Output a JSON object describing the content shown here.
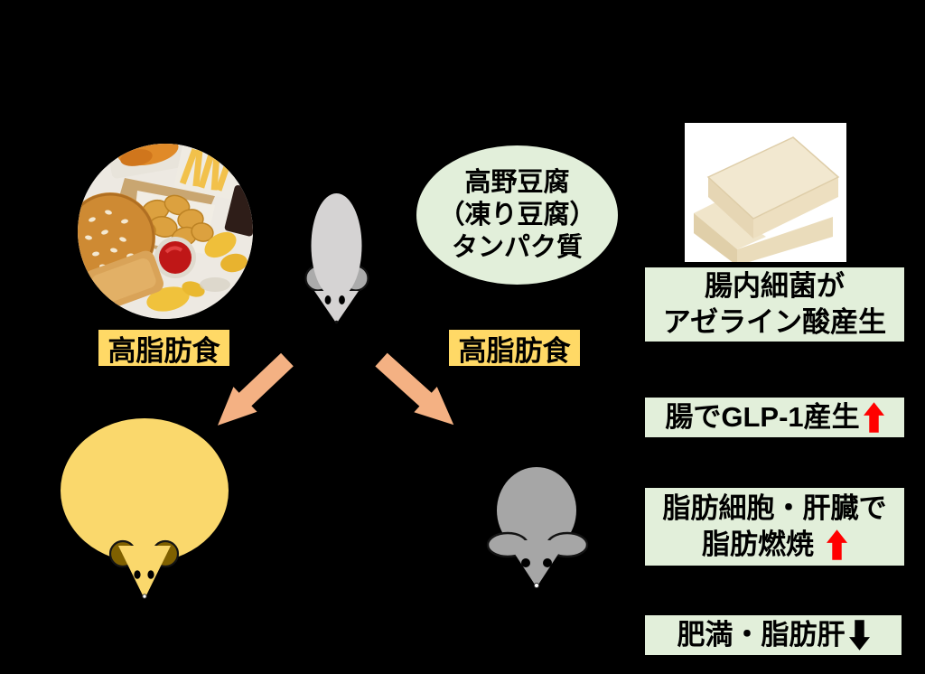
{
  "colors": {
    "background": "#000000",
    "panel_green": "#E2EFDA",
    "panel_border": "#000000",
    "label_yellow": "#FFD966",
    "arrow_salmon": "#F4B183",
    "arrow_red": "#FF0000",
    "arrow_black": "#000000",
    "mouse_light_gray": "#D5D3D3",
    "mouse_ear_gray": "#ABABAB",
    "mouse_gray": "#A6A6A6",
    "obese_mouse_yellow": "#FAD86C",
    "obese_mouse_ear": "#7F6000"
  },
  "bubble": {
    "lines": [
      "高野豆腐",
      "（凍り豆腐）",
      "タンパク質"
    ]
  },
  "diet_labels": {
    "left": "高脂肪食",
    "right": "高脂肪食"
  },
  "result_boxes": {
    "azelaic": {
      "line1": "腸内細菌が",
      "line2": "アゼライン酸産生"
    },
    "glp1": {
      "text": "腸でGLP-1産生"
    },
    "fat_burn": {
      "line1": "脂肪細胞・肝臓で",
      "line2": "脂肪燃焼"
    },
    "obesity": {
      "text": "肥満・脂肪肝"
    }
  },
  "icons": {
    "glp1_arrow": "⬆",
    "fat_burn_arrow": "⬆",
    "obesity_arrow": "⬇",
    "diet_arrows": "↘"
  }
}
